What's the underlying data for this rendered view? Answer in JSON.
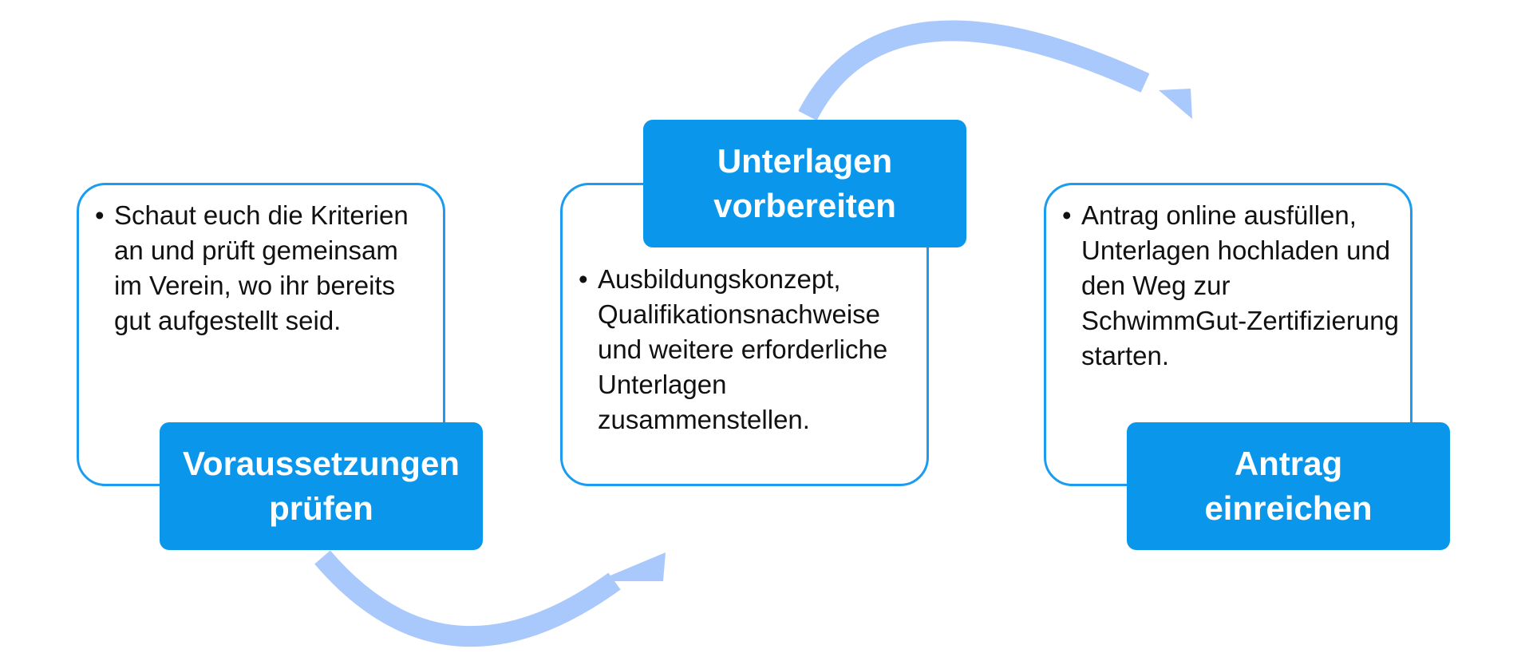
{
  "colors": {
    "frame_border": "#1a9cf0",
    "label_fill": "#0a96eb",
    "label_text": "#ffffff",
    "arrow": "#a9c8fb",
    "body_text": "#111111"
  },
  "steps": [
    {
      "title_line1": "Voraussetzungen",
      "title_line2": "prüfen",
      "bullet": "Schaut euch die Kriterien an und prüft gemeinsam im Verein, wo ihr bereits gut aufgestellt seid."
    },
    {
      "title_line1": "Unterlagen",
      "title_line2": "vorbereiten",
      "bullet": "Ausbildungskonzept, Qualifikationsnachweise und weitere erforderliche Unterlagen zusammenstellen."
    },
    {
      "title_line1": "Antrag",
      "title_line2": "einreichen",
      "bullet": "Antrag online ausfüllen, Unterlagen hochladen und den Weg zur SchwimmGut-Zertifizierung starten."
    }
  ]
}
